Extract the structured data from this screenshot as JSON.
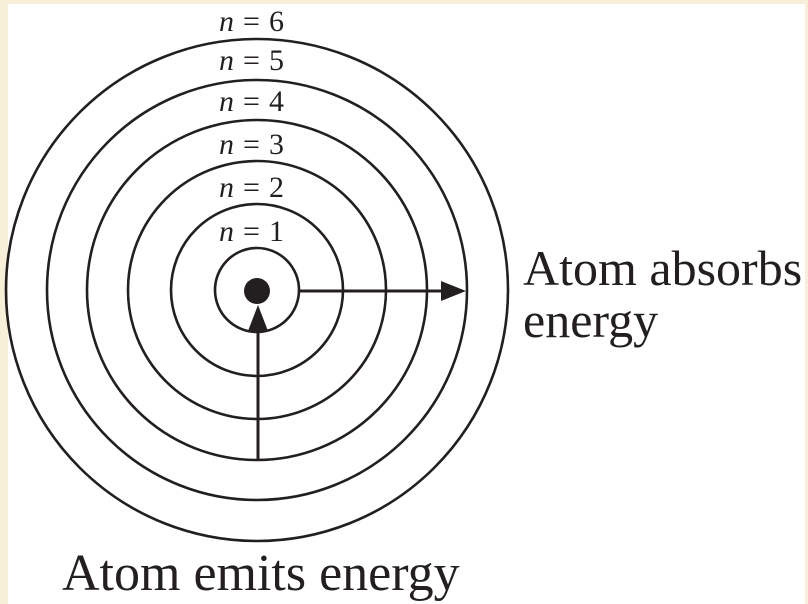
{
  "colors": {
    "page_border": "#f8efd8",
    "canvas": "#ffffff",
    "ink": "#231f20"
  },
  "diagram": {
    "kind": "bohr-atom-energy-levels",
    "nucleus_icon": "filled-dot",
    "orbit_labels": [
      {
        "variable": "n",
        "equals": "=",
        "value": "1"
      },
      {
        "variable": "n",
        "equals": "=",
        "value": "2"
      },
      {
        "variable": "n",
        "equals": "=",
        "value": "3"
      },
      {
        "variable": "n",
        "equals": "=",
        "value": "4"
      },
      {
        "variable": "n",
        "equals": "=",
        "value": "5"
      },
      {
        "variable": "n",
        "equals": "=",
        "value": "6"
      }
    ],
    "annotations": {
      "absorb_line1": "Atom absorbs",
      "absorb_line2": "energy",
      "emit": "Atom emits energy"
    }
  }
}
